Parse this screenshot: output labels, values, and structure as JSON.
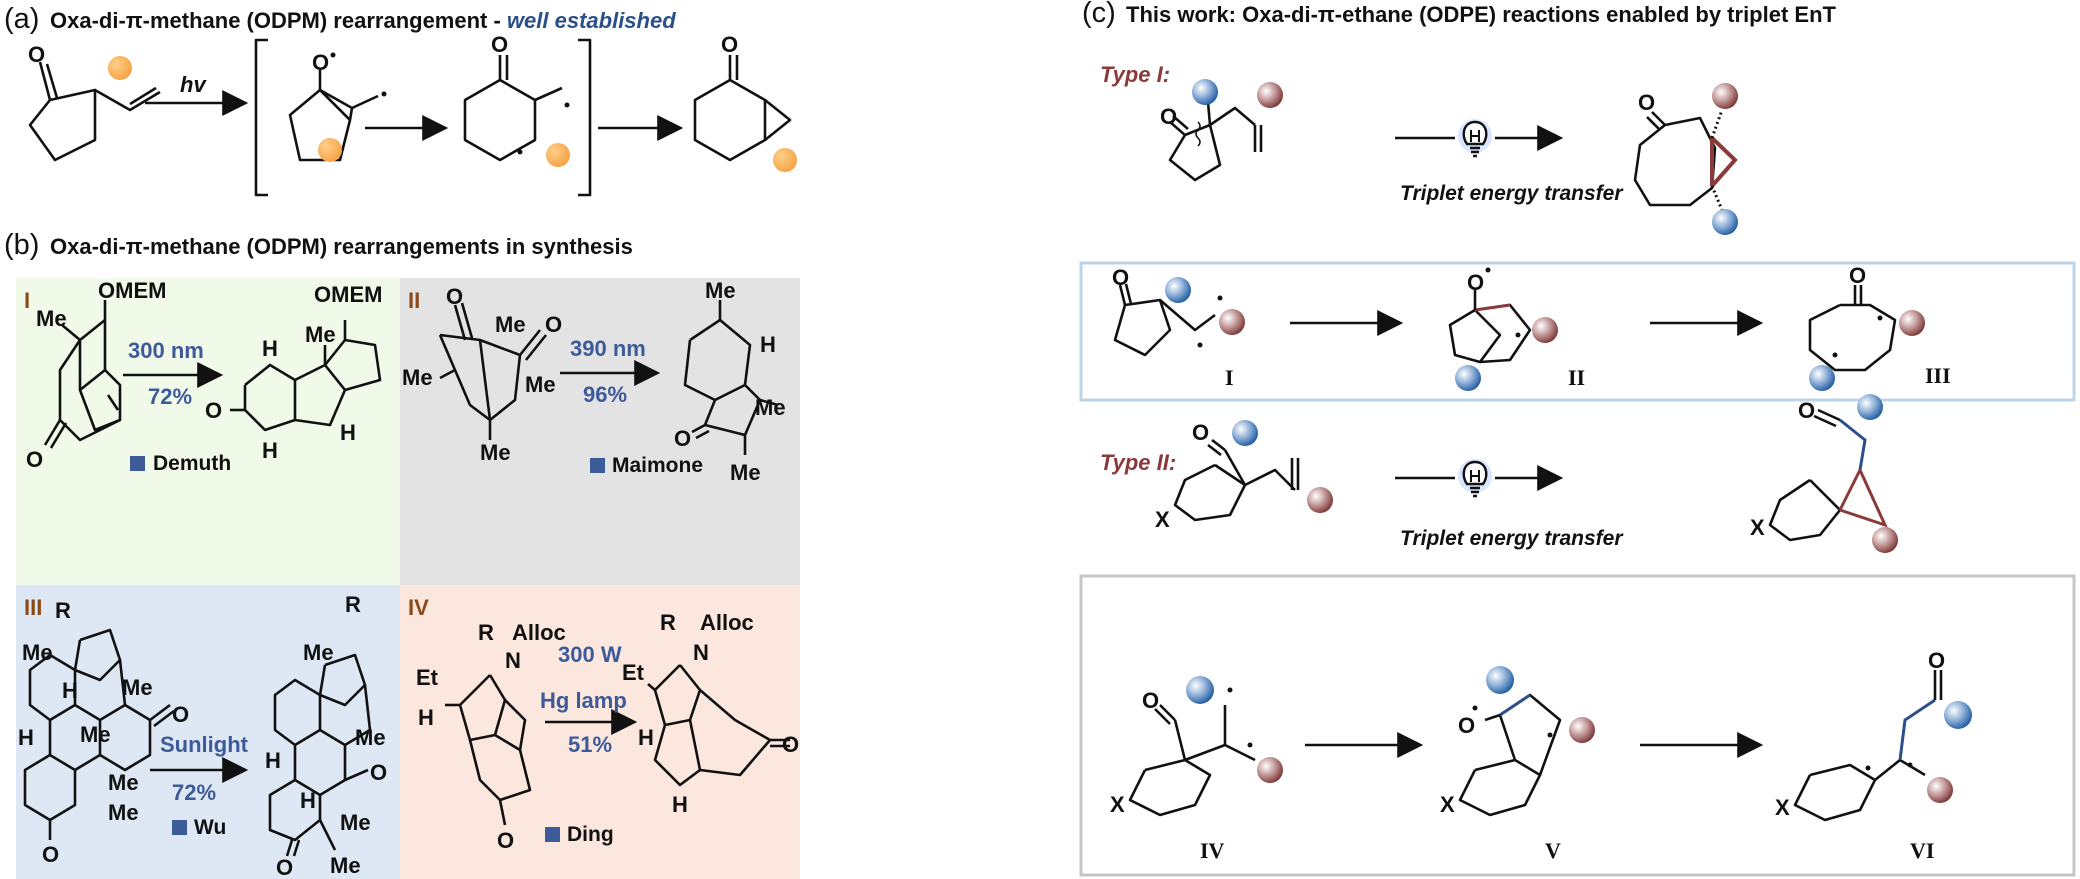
{
  "panel_a": {
    "letter": "(a)",
    "title": "Oxa-di-π-methane (ODPM) rearrangement - ",
    "title_emphasis": "well established",
    "hv": "hv",
    "atoms": {
      "o1": "O",
      "o2": "O",
      "o3": "O",
      "o4": "O"
    }
  },
  "panel_b": {
    "letter": "(b)",
    "title": "Oxa-di-π-methane (ODPM) rearrangements in synthesis",
    "colors": {
      "I": "#f1f9e9",
      "II": "#e3e3e3",
      "III": "#dde8f4",
      "IV": "#fbe7de"
    },
    "examples": [
      {
        "label": "I",
        "condition": "300 nm",
        "yield": "72%",
        "author": "Demuth",
        "atoms": [
          "OMEM",
          "Me",
          "O",
          "OMEM",
          "H",
          "Me",
          "O",
          "H",
          "H"
        ]
      },
      {
        "label": "II",
        "condition": "390 nm",
        "yield": "96%",
        "author": "Maimone",
        "atoms": [
          "O",
          "Me",
          "O",
          "Me",
          "Me",
          "Me",
          "Me",
          "H",
          "O",
          "Me",
          "Me"
        ]
      },
      {
        "label": "III",
        "condition": "Sunlight",
        "yield": "72%",
        "author": "Wu",
        "atoms": [
          "R",
          "Me",
          "H",
          "Me",
          "Me",
          "O",
          "H",
          "Me",
          "Me",
          "O",
          "R",
          "Me",
          "H",
          "Me",
          "O",
          "H",
          "Me",
          "O",
          "Me"
        ]
      },
      {
        "label": "IV",
        "condition": "300 W",
        "condition2": "Hg lamp",
        "yield": "51%",
        "author": "Ding",
        "atoms": [
          "R",
          "Alloc",
          "Et",
          "N",
          "H",
          "O",
          "R",
          "Alloc",
          "Et",
          "N",
          "H",
          "O",
          "H"
        ]
      }
    ]
  },
  "panel_c": {
    "letter": "(c)",
    "title": "This work: Oxa-di-π-ethane (ODPE) reactions enabled by triplet EnT",
    "type1": "Type I:",
    "type2": "Type II:",
    "ent_label_1": "Triplet energy transfer",
    "ent_label_2": "Triplet energy transfer",
    "intermediates": [
      "I",
      "II",
      "III",
      "IV",
      "V",
      "VI"
    ],
    "atoms": {
      "o": "O",
      "x": "X"
    }
  }
}
